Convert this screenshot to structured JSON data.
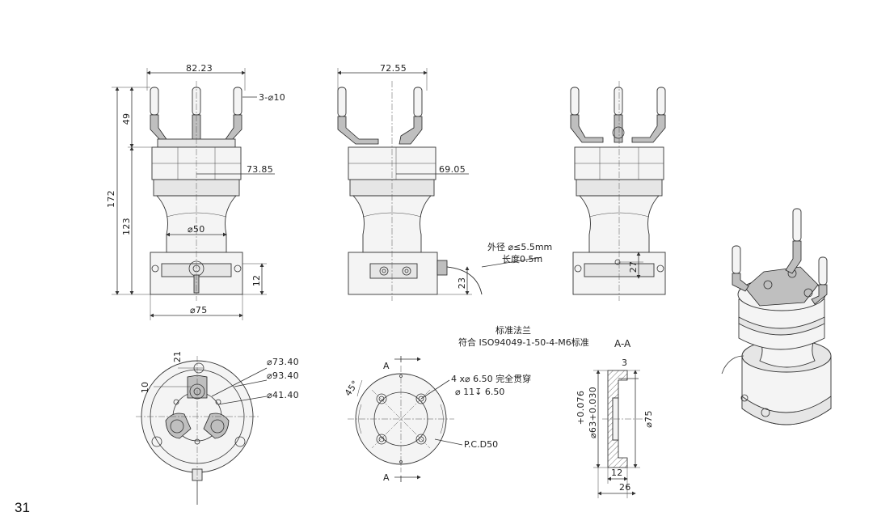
{
  "page_number": "31",
  "dimensions": {
    "front_top_width": "82.23",
    "jaw_diameter": "3-⌀10",
    "total_height": "172",
    "top_height": "49",
    "body_height": "123",
    "body_width_front": "73.85",
    "neck_diameter": "⌀50",
    "base_height": "12",
    "base_diameter": "⌀75",
    "side_top_width": "72.55",
    "body_width_side": "69.05",
    "cable_height": "23",
    "port_height": "27",
    "bottom_d1": "⌀73.40",
    "bottom_d2": "⌀93.40",
    "bottom_d3": "⌀41.40",
    "bottom_offset_21": "21",
    "bottom_offset_10": "10",
    "flange_angle": "45°",
    "section_3": "3",
    "section_d63": "⌀63+0.030",
    "section_tol": "+0.076",
    "section_d75": "⌀75",
    "section_12": "12",
    "section_26": "26"
  },
  "notes": {
    "cable_outer": "外径 ⌀≤5.5mm",
    "cable_length": "长度0.5m",
    "flange_title": "标准法兰",
    "flange_standard": "符合 ISO94049-1-50-4-M6标准",
    "holes_line1": "4 x⌀ 6.50 完全贯穿",
    "holes_line2": "⌀ 11↧ 6.50",
    "pcd": "P.C.D50",
    "section_title": "A-A",
    "section_mark_top": "A",
    "section_mark_bottom": "A"
  }
}
